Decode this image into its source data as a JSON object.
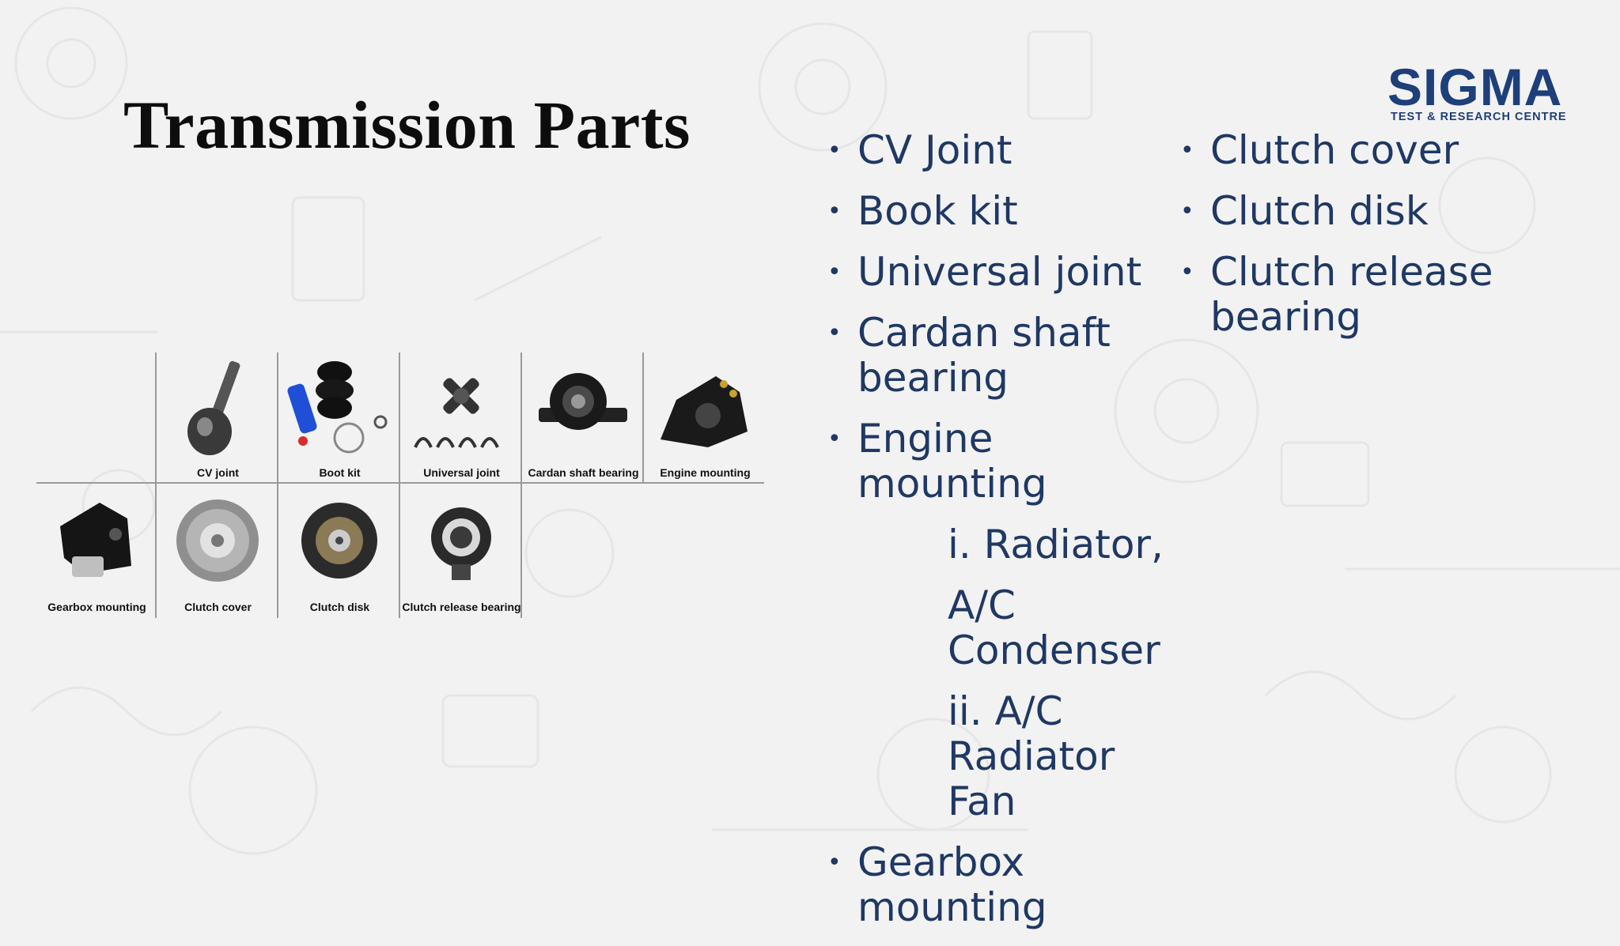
{
  "title": "Transmission Parts",
  "logo": {
    "word": "SIGMA",
    "tagline": "TEST & RESEARCH CENTRE"
  },
  "parts_image": {
    "labels": [
      "CV joint",
      "Boot kit",
      "Universal joint",
      "Cardan shaft bearing",
      "Engine mounting",
      "Gearbox mounting",
      "Clutch cover",
      "Clutch disk",
      "Clutch release bearing"
    ]
  },
  "list_left": {
    "items": [
      "CV Joint",
      "Book kit",
      "Universal joint",
      "Cardan shaft bearing",
      "Engine mounting"
    ],
    "sub_items": [
      "i. Radiator,",
      "A/C Condenser",
      "ii.  A/C Radiator Fan"
    ],
    "last_item": "Gearbox mounting"
  },
  "list_right": {
    "items": [
      "Clutch cover",
      "Clutch disk",
      "Clutch release bearing"
    ]
  },
  "colors": {
    "text": "#1f3864",
    "title": "#0d0d0d",
    "logo": "#1d3f7a",
    "background": "#f2f2f2"
  }
}
